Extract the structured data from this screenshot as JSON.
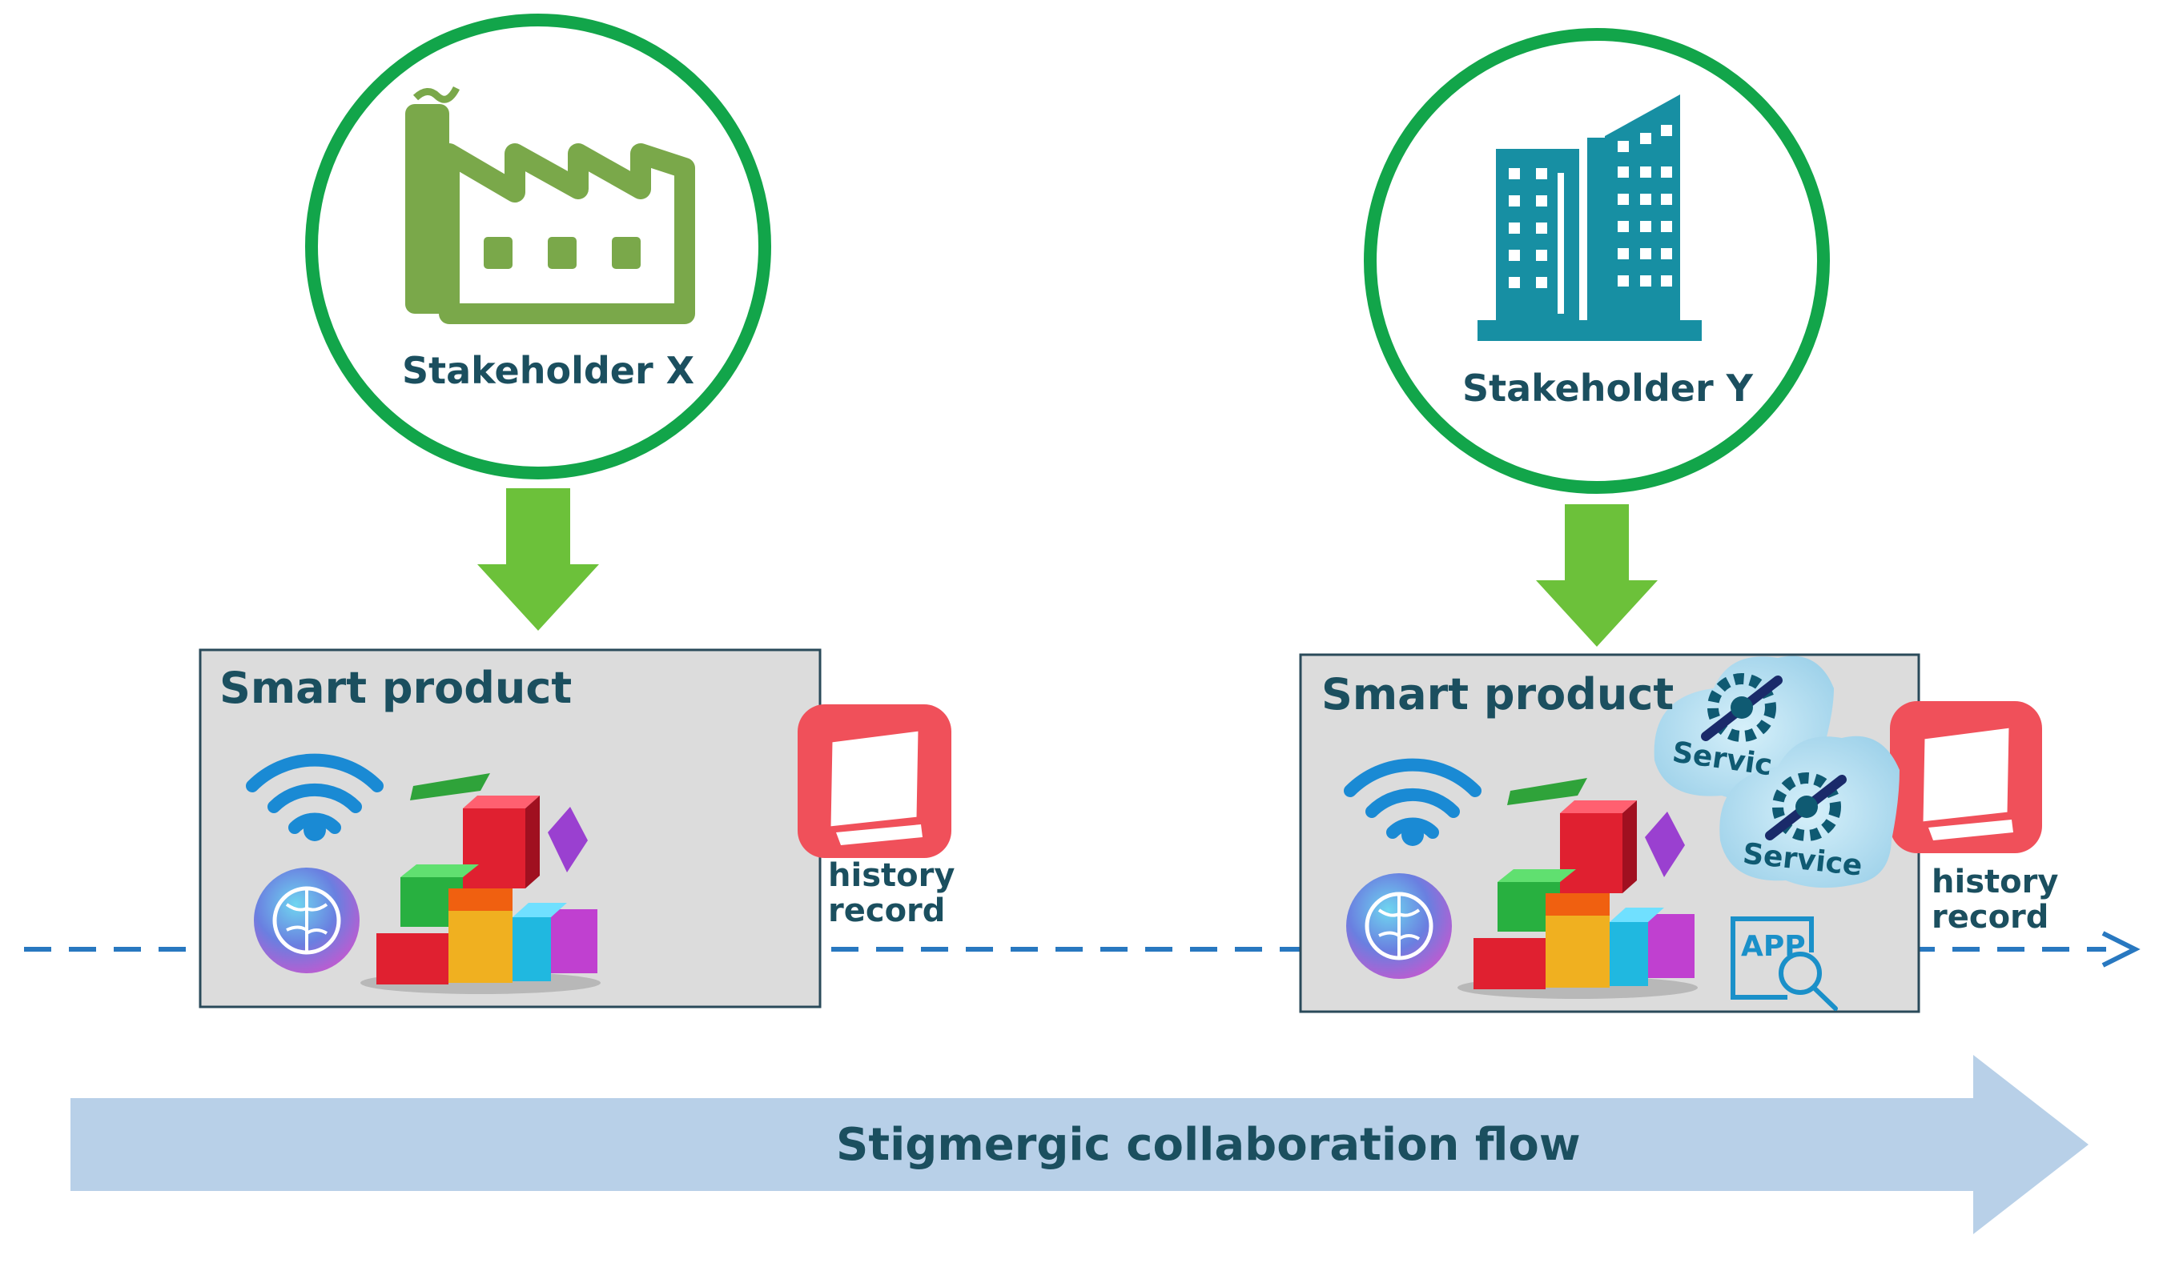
{
  "stakeholders": {
    "x": {
      "label": "Stakeholder  X",
      "icon": "factory-icon",
      "color": "#7aa84a"
    },
    "y": {
      "label": "Stakeholder  Y",
      "icon": "office-building-icon",
      "color": "#178fa3"
    }
  },
  "smart_products": [
    {
      "title": "Smart product",
      "history": "history\nrecord"
    },
    {
      "title": "Smart product",
      "history": "history\nrecord",
      "services": [
        "Servic",
        "Service"
      ],
      "app": "APP"
    }
  ],
  "flow": {
    "label": "Stigmergic collaboration flow"
  },
  "colors": {
    "circle_border": "#12a54a",
    "down_arrow": "#6cc13a",
    "box_fill": "#dcdcdc",
    "box_border": "#2a4a5a",
    "timeline": "#2878c0",
    "flow_arrow": "#b8d0e8",
    "text": "#1b4f5f",
    "history_icon": "#f0505a"
  }
}
